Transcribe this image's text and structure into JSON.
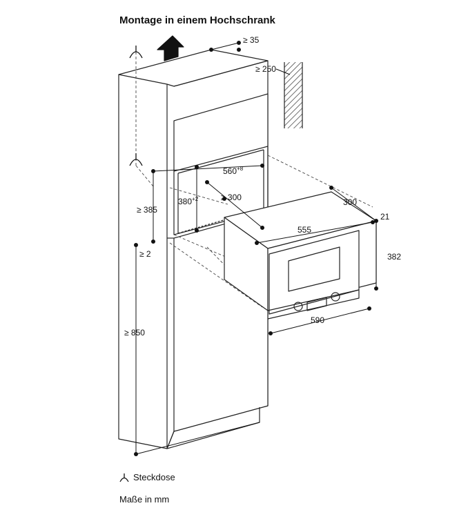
{
  "title": "Montage in einem Hochschrank",
  "legend": {
    "icon": "socket-symbol-icon",
    "label": "Steckdose"
  },
  "units_note": "Maße in mm",
  "dimensions": {
    "top_gap": "≥ 35",
    "rear_gap": "≥ 250",
    "niche_width": "560",
    "niche_width_tol": "+8",
    "niche_depth": "≥ 300",
    "niche_height": "380",
    "niche_height_tol": "+2",
    "base_height": "≥ 385",
    "bottom_gap": "≥ 2",
    "floor_height": "≥ 850",
    "appliance_depth": "300",
    "appliance_inner_width": "555",
    "front_depth": "21",
    "appliance_height": "382",
    "appliance_width": "590"
  }
}
